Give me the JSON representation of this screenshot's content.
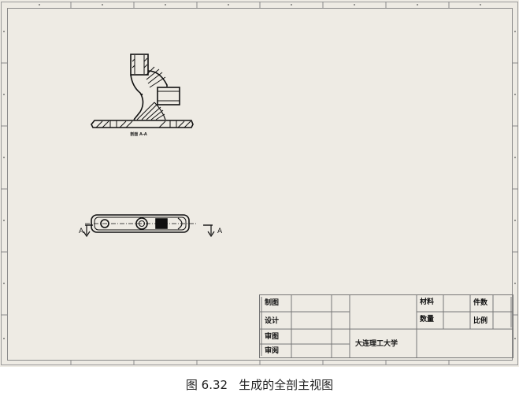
{
  "caption": {
    "figure_number": "图 6.32",
    "title": "生成的全剖主视图"
  },
  "drawing": {
    "section_view_label": "剖面 A-A",
    "section_marker_letter": "A"
  },
  "title_block": {
    "drawn_by": "制图",
    "designed_by": "设计",
    "checked_by": "审图",
    "approved_by": "审阅",
    "organization": "大连理工大学",
    "material": "材料",
    "quantity": "数量",
    "part_count": "件数",
    "scale": "比例"
  }
}
